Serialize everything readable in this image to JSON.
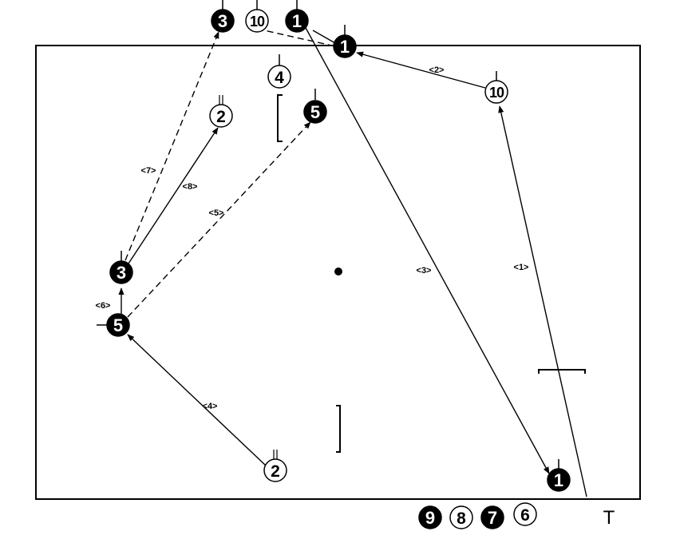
{
  "colors": {
    "line": "#000000",
    "background": "#ffffff",
    "filled_player": "#000000",
    "outline_player": "#ffffff"
  },
  "players": [
    {
      "id": "p3-top",
      "number": "3",
      "filled": true
    },
    {
      "id": "p10-top",
      "number": "10",
      "filled": false
    },
    {
      "id": "p1-top",
      "number": "1",
      "filled": true
    },
    {
      "id": "p1-goal-line",
      "number": "1",
      "filled": true
    },
    {
      "id": "p4",
      "number": "4",
      "filled": false
    },
    {
      "id": "p10-right",
      "number": "10",
      "filled": false
    },
    {
      "id": "p2-upper",
      "number": "2",
      "filled": false
    },
    {
      "id": "p5-upper",
      "number": "5",
      "filled": true
    },
    {
      "id": "p3-left",
      "number": "3",
      "filled": true
    },
    {
      "id": "p5-left",
      "number": "5",
      "filled": true
    },
    {
      "id": "p2-lower",
      "number": "2",
      "filled": false
    },
    {
      "id": "p1-bottom",
      "number": "1",
      "filled": true
    },
    {
      "id": "bench-9",
      "number": "9",
      "filled": true
    },
    {
      "id": "bench-8",
      "number": "8",
      "filled": false
    },
    {
      "id": "bench-7",
      "number": "7",
      "filled": true
    },
    {
      "id": "bench-6",
      "number": "6",
      "filled": false
    }
  ],
  "sequence_labels": [
    {
      "id": "seq-1",
      "text": "<1>"
    },
    {
      "id": "seq-2",
      "text": "<2>"
    },
    {
      "id": "seq-3",
      "text": "<3>"
    },
    {
      "id": "seq-4",
      "text": "<4>"
    },
    {
      "id": "seq-5",
      "text": "<5>"
    },
    {
      "id": "seq-6",
      "text": "<6>"
    },
    {
      "id": "seq-7",
      "text": "<7>"
    },
    {
      "id": "seq-8",
      "text": "<8>"
    }
  ],
  "coach_marker": "T"
}
